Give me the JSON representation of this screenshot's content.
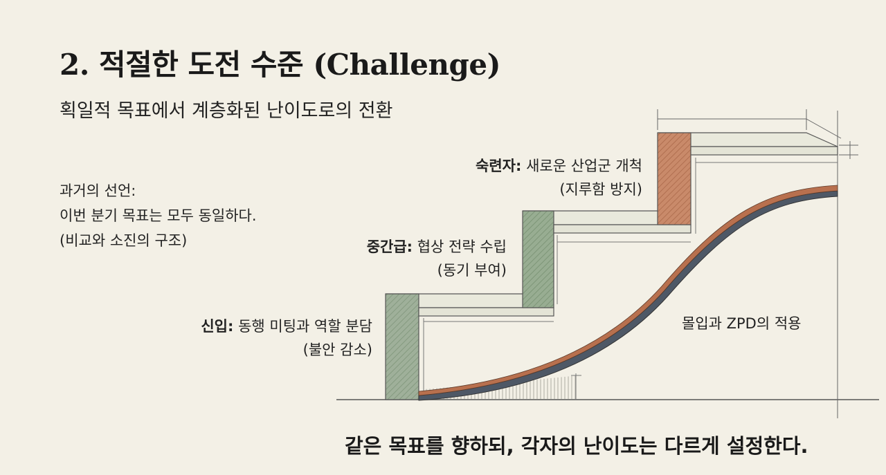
{
  "title": "2. 적절한 도전 수준 (Challenge)",
  "subtitle": "획일적 목표에서 계층화된 난이도로의 전환",
  "past": {
    "line1": "과거의 선언:",
    "line2": "이번 분기 목표는 모두 동일하다.",
    "line3": "(비교와 소진의 구조)"
  },
  "levels": {
    "expert": {
      "heading": "숙련자:",
      "text": " 새로운 산업군 개척",
      "note": "(지루함 방지)"
    },
    "mid": {
      "heading": "중간급:",
      "text": " 협상 전략 수립",
      "note": "(동기 부여)"
    },
    "novice": {
      "heading": "신입:",
      "text": " 동행 미팅과 역할 분담",
      "note": "(불안 감소)"
    }
  },
  "flow_label": "몰입과 ZPD의 적용",
  "footer": "같은 목표를 향하되, 각자의 난이도는 다르게 설정한다.",
  "colors": {
    "background": "#f3f0e6",
    "step_front_novice": "#9fb09a",
    "step_front_mid": "#98ad92",
    "step_front_expert": "#c98a6a",
    "curve_top": "#b8704e",
    "curve_bottom": "#4e5866"
  }
}
